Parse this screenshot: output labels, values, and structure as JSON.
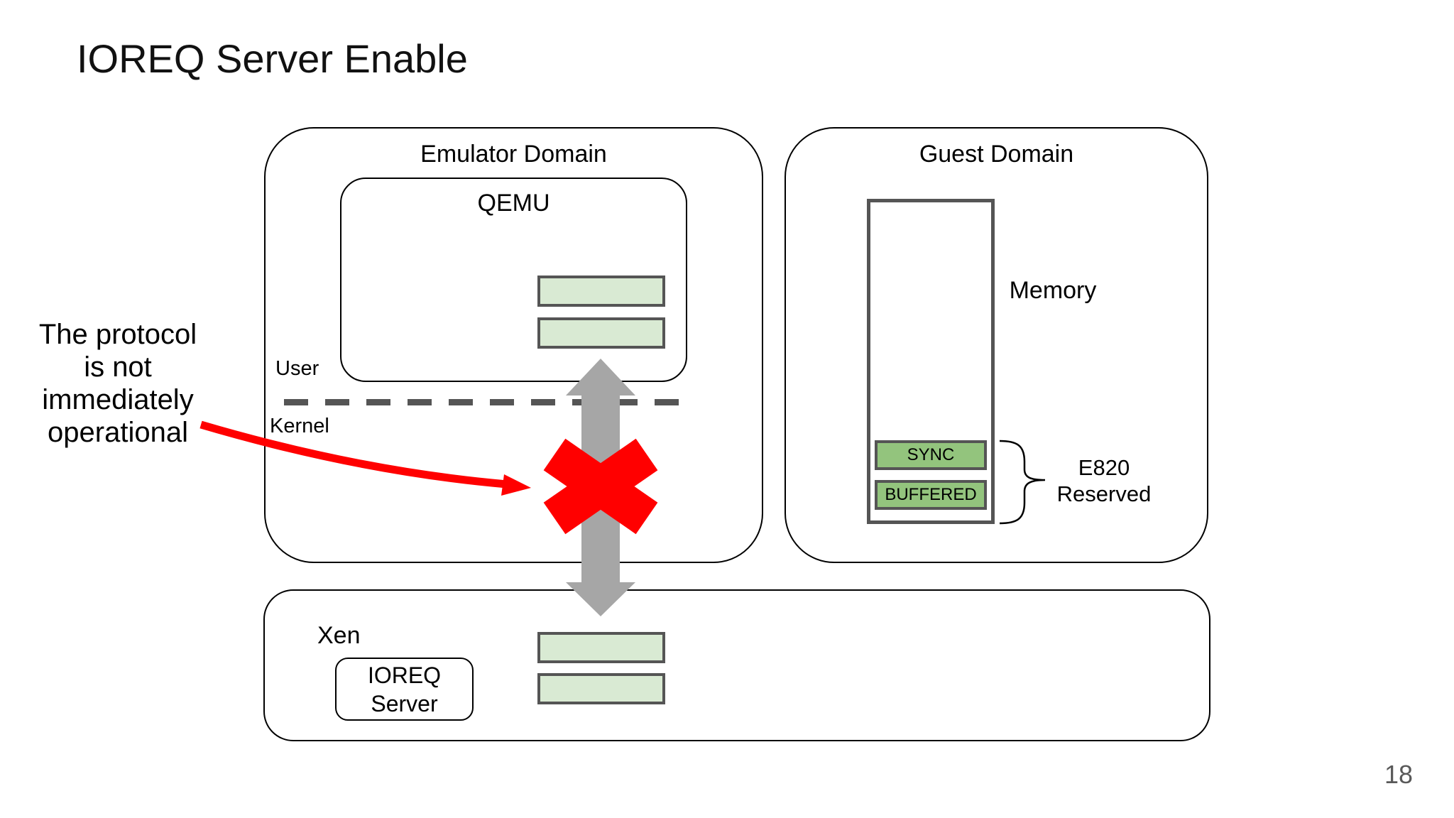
{
  "slide": {
    "title": "IOREQ Server Enable",
    "page_number": "18",
    "annotation": {
      "lines": [
        "The protocol",
        "is not",
        "immediately",
        "operational"
      ]
    },
    "emulator_domain": {
      "label": "Emulator Domain",
      "qemu_label": "QEMU",
      "user_label": "User",
      "kernel_label": "Kernel"
    },
    "guest_domain": {
      "label": "Guest Domain",
      "memory_label": "Memory",
      "sync_label": "SYNC",
      "buffered_label": "BUFFERED",
      "e820_line1": "E820",
      "e820_line2": "Reserved"
    },
    "xen": {
      "label": "Xen",
      "ioreq_line1": "IOREQ",
      "ioreq_line2": "Server"
    },
    "colors": {
      "light_green_fill": "#d9ead3",
      "green_fill": "#93c47d",
      "box_border_gray": "#555555",
      "arrow_gray": "#a6a6a6",
      "blocked_red": "#ff0000",
      "page_number_gray": "#595959"
    }
  }
}
